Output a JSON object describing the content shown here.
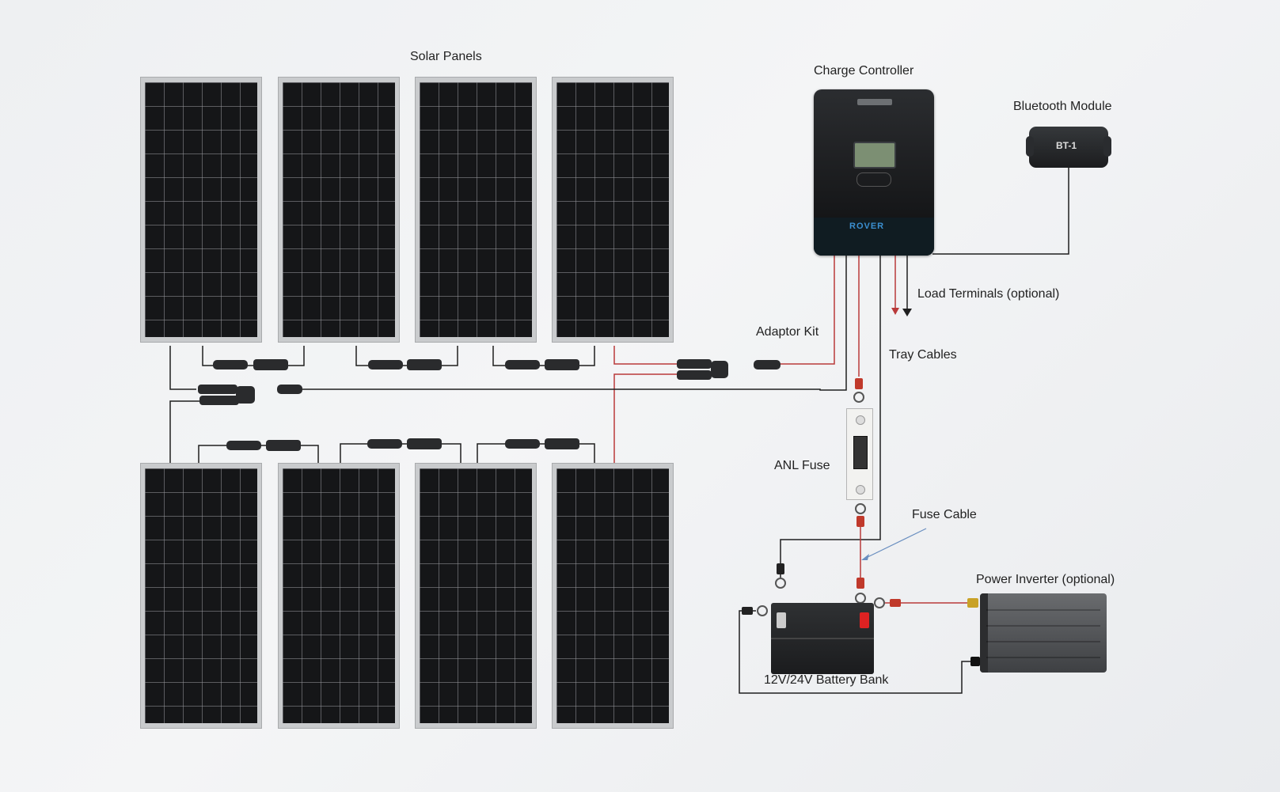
{
  "labels": {
    "solar_panels": "Solar Panels",
    "charge_controller": "Charge Controller",
    "bluetooth_module": "Bluetooth Module",
    "load_terminals": "Load Terminals (optional)",
    "adaptor_kit": "Adaptor Kit",
    "tray_cables": "Tray Cables",
    "anl_fuse": "ANL Fuse",
    "fuse_cable": "Fuse Cable",
    "power_inverter": "Power Inverter (optional)",
    "battery_bank": "12V/24V Battery Bank"
  },
  "device_text": {
    "controller_model": "ROVER",
    "bluetooth_model": "BT-1"
  },
  "colors": {
    "positive_wire": "#b93a3a",
    "negative_wire": "#1f1f1f",
    "panel_frame": "#c9cbcd",
    "panel_cells": "#151618",
    "arrow_blue": "#6a8fc0"
  }
}
